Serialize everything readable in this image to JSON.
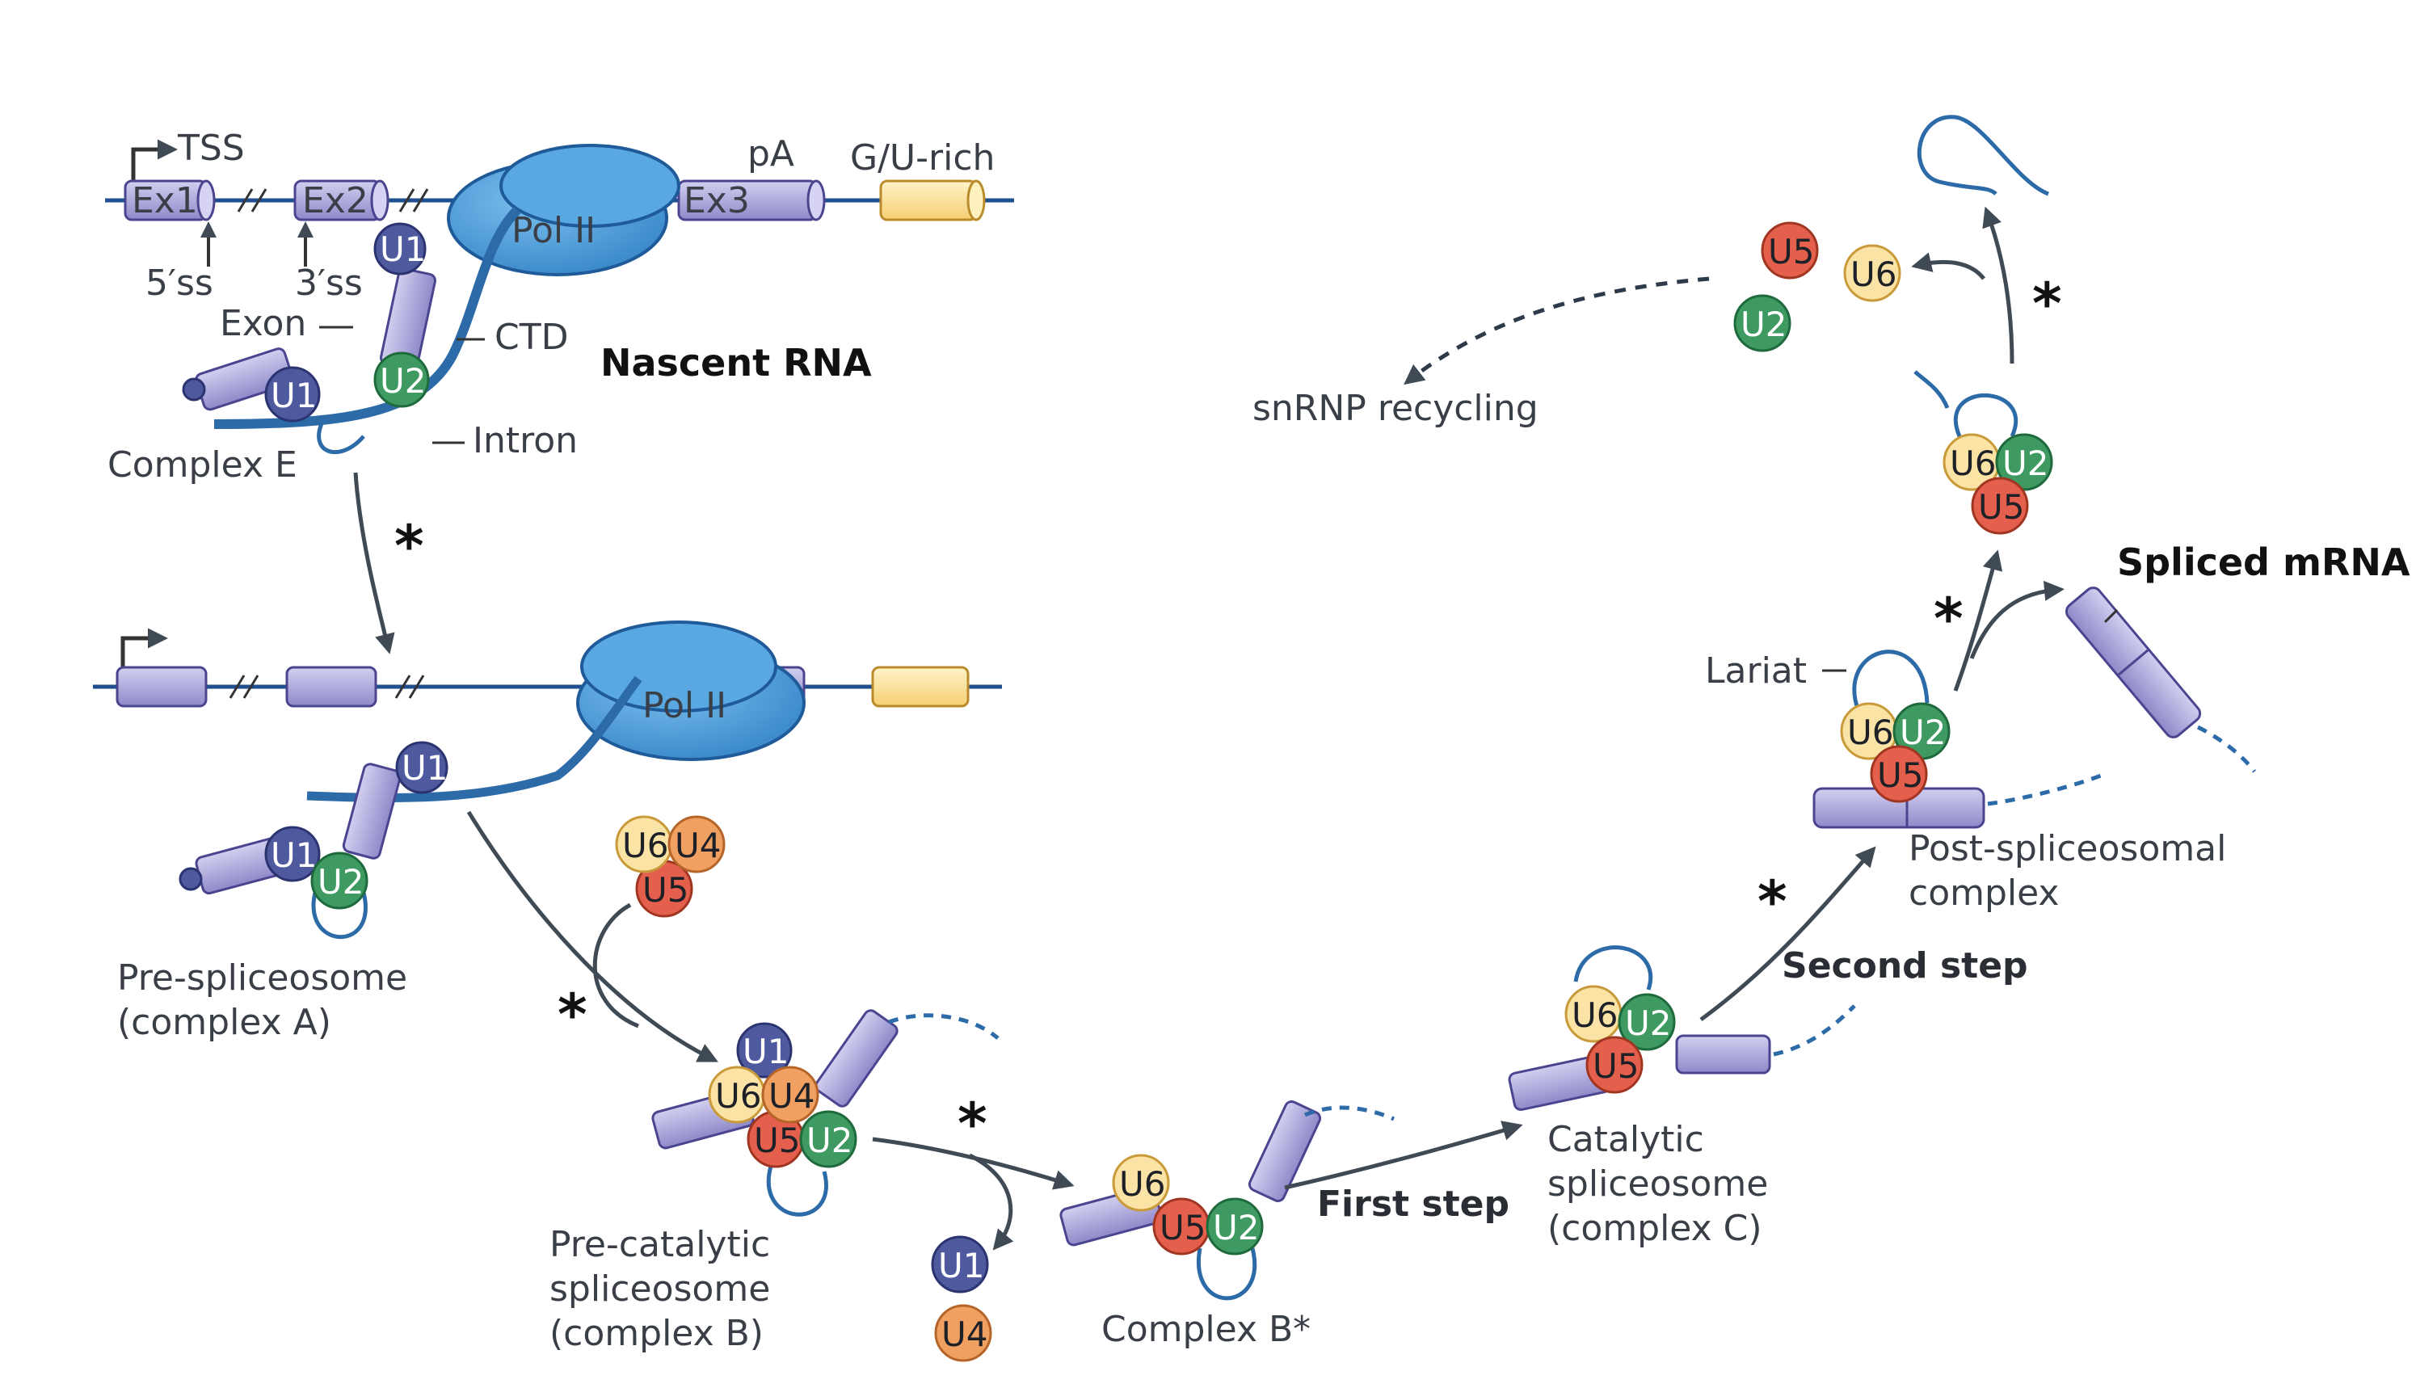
{
  "colors": {
    "dna": "#1f4f8f",
    "rna": "#2d6aa8",
    "arrow": "#3f4a55",
    "exon": "#a9a4d9",
    "exon_dark": "#6a63a8",
    "polya": "#fbe19b",
    "pol2": "#4a9ad8",
    "U1": "#4f5a9e",
    "U2": "#3f9a62",
    "U4": "#f0a060",
    "U5": "#e4604c",
    "U6": "#fbe3a6"
  },
  "gene": {
    "tss": "TSS",
    "ex1": "Ex1",
    "ex2": "Ex2",
    "ex3": "Ex3",
    "pa": "pA",
    "gu": "G/U-rich",
    "ss5": "5′ss",
    "ss3": "3′ss"
  },
  "pol": {
    "label": "Pol II"
  },
  "labels": {
    "exon": "Exon",
    "ctd": "CTD",
    "intron": "Intron",
    "nascent": "Nascent RNA",
    "complex_e": "Complex E",
    "pre_a_1": "Pre-spliceosome",
    "pre_a_2": "(complex A)",
    "pre_b_1": "Pre-catalytic",
    "pre_b_2": "spliceosome",
    "pre_b_3": "(complex B)",
    "complex_bstar": "Complex B*",
    "first_step": "First step",
    "cat_1": "Catalytic",
    "cat_2": "spliceosome",
    "cat_3": "(complex C)",
    "second_step": "Second step",
    "post_1": "Post-spliceosomal",
    "post_2": "complex",
    "lariat": "Lariat",
    "spliced": "Spliced mRNA",
    "recycling": "snRNP recycling",
    "star": "*"
  },
  "snrnp": {
    "U1": "U1",
    "U2": "U2",
    "U4": "U4",
    "U5": "U5",
    "U6": "U6"
  }
}
